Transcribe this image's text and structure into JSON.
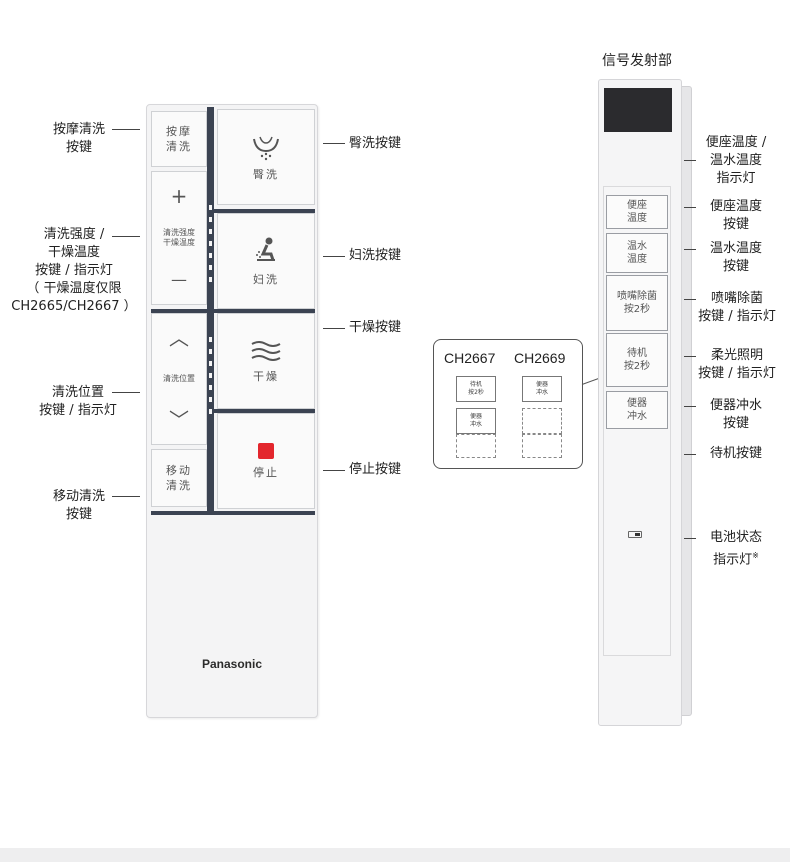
{
  "left_remote": {
    "buttons": {
      "massage_wash": "按摩\n清洗",
      "rear_wash": "臀洗",
      "plus": "+",
      "intensity_temp": "清洗强度\n干燥温度",
      "minus": "—",
      "feminine_wash": "妇洗",
      "up": "︿",
      "position": "清洗位置",
      "down": "﹀",
      "dry": "干燥",
      "move_wash": "移动\n清洗",
      "stop": "停止"
    },
    "brand": "Panasonic"
  },
  "left_callouts": {
    "massage": "按摩清洗\n按键",
    "intensity": "清洗强度 /\n干燥温度\n按键 / 指示灯\n（ 干燥温度仅限\nCH2665/CH2667 ）",
    "position": "清洗位置\n按键 / 指示灯",
    "move": "移动清洗\n按键"
  },
  "middle_callouts": {
    "rear": "臀洗按键",
    "feminine": "妇洗按键",
    "dry": "干燥按键",
    "stop": "停止按键"
  },
  "inset": {
    "model_a": "CH2667",
    "model_b": "CH2669",
    "a_standby": "待机\n按2秒",
    "a_flush": "便器\n冲水",
    "b_flush": "便器\n冲水"
  },
  "right_remote": {
    "buttons": {
      "seat_temp": "便座\n温度",
      "water_temp": "温水\n温度",
      "nozzle": "喷嘴除菌\n按2秒",
      "standby": "待机\n按2秒",
      "flush": "便器\n冲水"
    }
  },
  "right_callouts": {
    "signal": "信号发射部",
    "temp_indicator": "便座温度 /\n温水温度\n指示灯",
    "seat_temp": "便座温度\n按键",
    "water_temp": "温水温度\n按键",
    "nozzle": "喷嘴除菌\n按键 / 指示灯",
    "light": "柔光照明\n按键 / 指示灯",
    "flush": "便器冲水\n按键",
    "standby": "待机按键",
    "battery": "电池状态\n指示灯",
    "battery_note": "※"
  },
  "colors": {
    "divider": "#3b4352",
    "stop": "#e3262d",
    "emitter": "#2b2b2e"
  }
}
